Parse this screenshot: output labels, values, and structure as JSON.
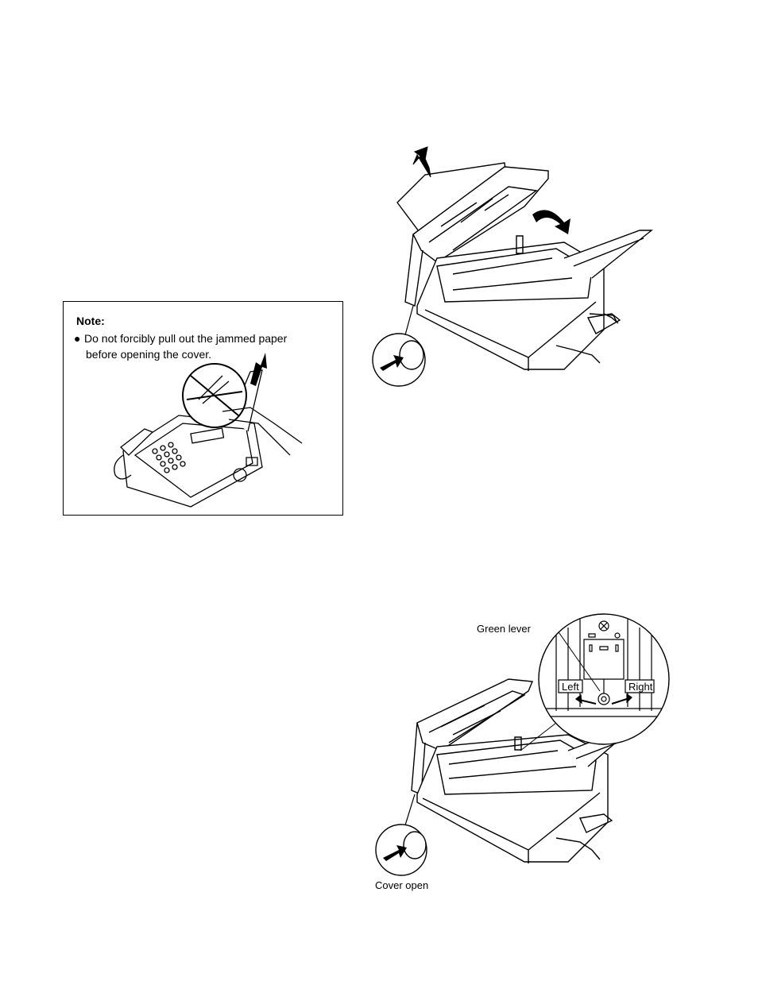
{
  "note": {
    "title": "Note:",
    "bullet_symbol": "●",
    "text_line1": "Do not forcibly pull out the jammed paper",
    "text_line2": "before opening the cover."
  },
  "figure2": {
    "green_lever_label": "Green lever",
    "left_label": "Left",
    "right_label": "Right",
    "caption": "Cover open"
  },
  "icons": [
    "arrow-icon",
    "push-button-icon",
    "fax-machine-illustration",
    "lever-detail-inset"
  ]
}
